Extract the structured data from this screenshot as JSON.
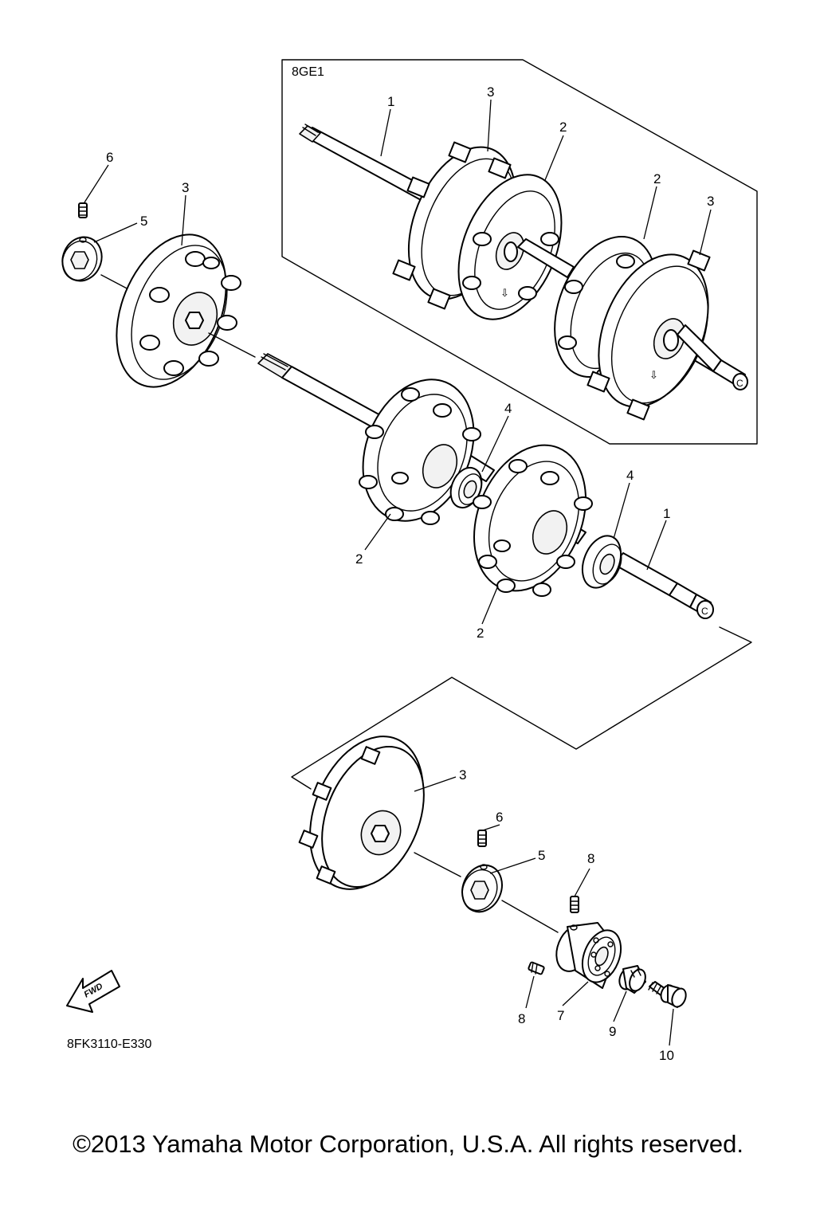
{
  "diagram": {
    "diagram_code": "8FK3110-E330",
    "variant_label": "8GE1",
    "fwd_label": "FWD",
    "copyright": "©2013 Yamaha Motor Corporation, U.S.A. All rights reserved.",
    "callouts": {
      "v_shaft": "1",
      "v_sprocket_left": "3",
      "v_sprocket_inner_a": "2",
      "v_sprocket_inner_b": "2",
      "v_sprocket_right": "3",
      "set_screw_top": "6",
      "collar_top": "5",
      "sprocket_end_top": "3",
      "bearing_center": "4",
      "sprocket_a": "2",
      "bearing_right": "4",
      "main_shaft": "1",
      "sprocket_b": "2",
      "sprocket_end_bottom": "3",
      "set_screw_bottom": "6",
      "collar_bottom": "5",
      "set_screw_bearing_top": "8",
      "set_screw_bearing_side": "8",
      "bearing_housing": "7",
      "cap": "9",
      "bolt": "10"
    }
  }
}
